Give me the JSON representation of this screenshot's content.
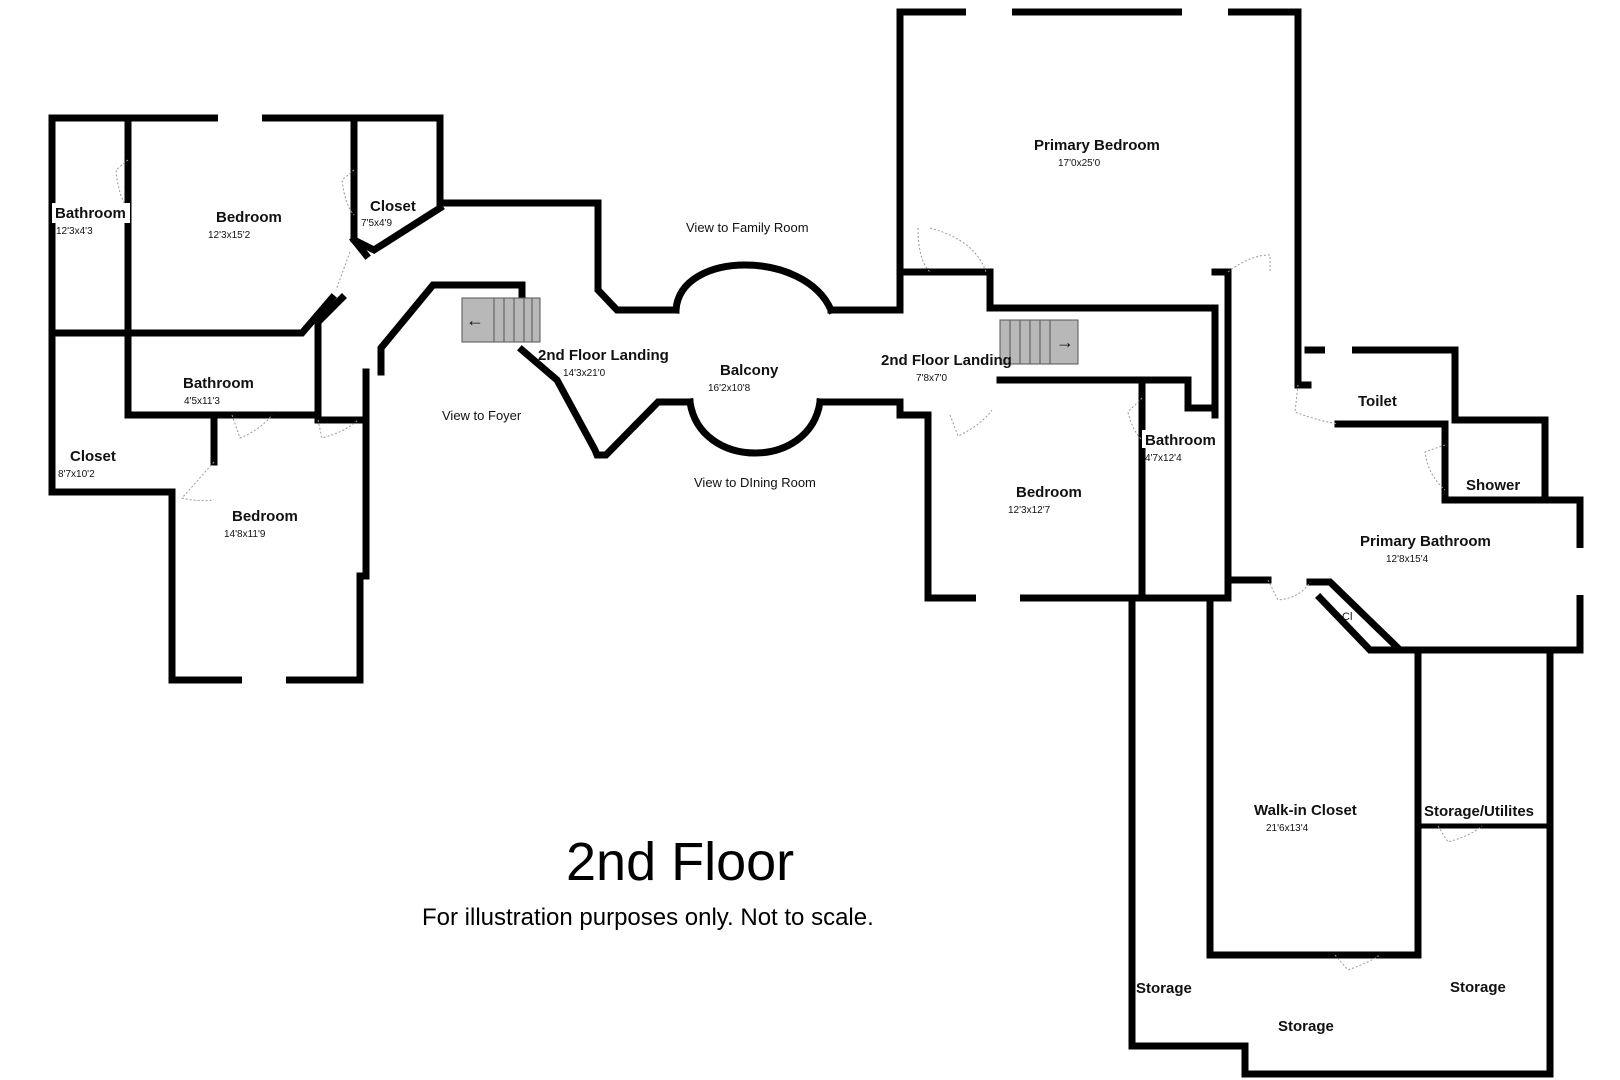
{
  "title": "2nd Floor",
  "subtitle": "For illustration purposes only. Not to scale.",
  "rooms": {
    "bathroom_nw": {
      "name": "Bathroom",
      "dims": "12'3x4'3"
    },
    "bedroom_nw": {
      "name": "Bedroom",
      "dims": "12'3x15'2"
    },
    "closet_nw": {
      "name": "Closet",
      "dims": "7'5x4'9"
    },
    "bathroom_w": {
      "name": "Bathroom",
      "dims": "4'5x11'3"
    },
    "closet_w": {
      "name": "Closet",
      "dims": "8'7x10'2"
    },
    "bedroom_sw": {
      "name": "Bedroom",
      "dims": "14'8x11'9"
    },
    "landing_w": {
      "name": "2nd Floor Landing",
      "dims": "14'3x21'0"
    },
    "balcony": {
      "name": "Balcony",
      "dims": "16'2x10'8"
    },
    "landing_e": {
      "name": "2nd Floor Landing",
      "dims": "7'8x7'0"
    },
    "primary_bedroom": {
      "name": "Primary Bedroom",
      "dims": "17'0x25'0"
    },
    "bedroom_e": {
      "name": "Bedroom",
      "dims": "12'3x12'7"
    },
    "bathroom_e": {
      "name": "Bathroom",
      "dims": "4'7x12'4"
    },
    "toilet": {
      "name": "Toilet"
    },
    "shower": {
      "name": "Shower"
    },
    "primary_bathroom": {
      "name": "Primary Bathroom",
      "dims": "12'8x15'4"
    },
    "cl": {
      "name": "Cl"
    },
    "walkin_closet": {
      "name": "Walk-in Closet",
      "dims": "21'6x13'4"
    },
    "storage_utilities": {
      "name": "Storage/Utilites"
    },
    "storage_left": {
      "name": "Storage"
    },
    "storage_mid": {
      "name": "Storage"
    },
    "storage_right": {
      "name": "Storage"
    }
  },
  "views": {
    "family_room": "View to Family Room",
    "foyer": "View to Foyer",
    "dining_room": "View to DIning Room"
  },
  "stairs": {
    "left_arrow": "←",
    "right_arrow": "→"
  }
}
